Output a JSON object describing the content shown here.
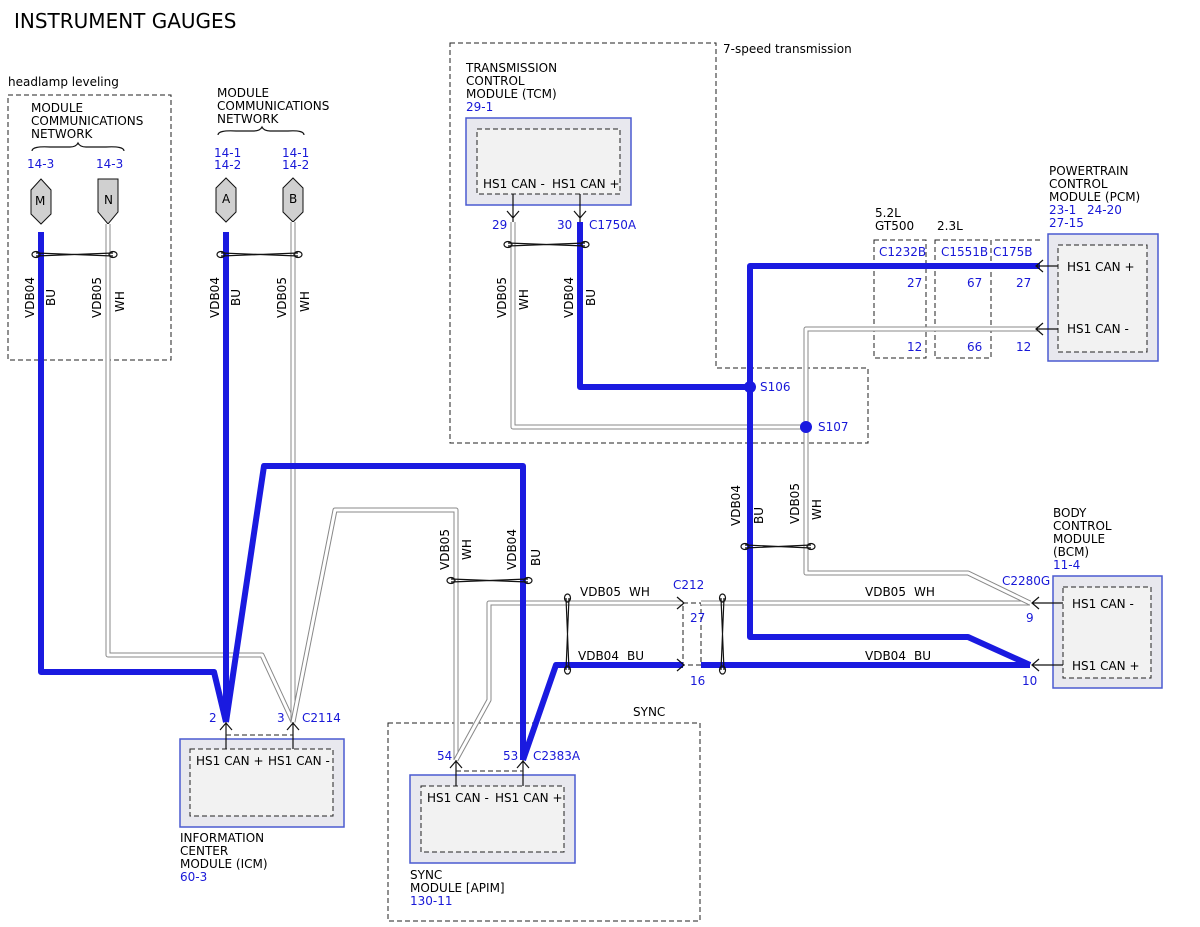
{
  "title": "INSTRUMENT GAUGES",
  "colors": {
    "bu_wire": "#1a1ae0",
    "wh_wire": "#888888",
    "ref_text": "#1818d8",
    "module_fill": "#e8e8ee"
  },
  "wire_codes": {
    "vdb04": "VDB04",
    "vdb05": "VDB05",
    "bu": "BU",
    "wh": "WH"
  },
  "groups": {
    "headlamp": "headlamp leveling",
    "seven_speed": "7-speed transmission",
    "sync": "SYNC"
  },
  "mcn_left": {
    "lines": [
      "MODULE",
      "COMMUNICATIONS",
      "NETWORK"
    ],
    "ref_m": "14-3",
    "ref_n": "14-3",
    "conn_m": "M",
    "conn_n": "N"
  },
  "mcn_right": {
    "lines": [
      "MODULE",
      "COMMUNICATIONS",
      "NETWORK"
    ],
    "ref_a1": "14-1",
    "ref_a2": "14-2",
    "ref_b1": "14-1",
    "ref_b2": "14-2",
    "conn_a": "A",
    "conn_b": "B"
  },
  "tcm": {
    "lines": [
      "TRANSMISSION",
      "CONTROL",
      "MODULE (TCM)"
    ],
    "ref": "29-1",
    "pin_minus": "HS1 CAN -",
    "pin_plus": "HS1 CAN +",
    "p29": "29",
    "p30": "30",
    "connector": "C1750A"
  },
  "pcm": {
    "lines": [
      "POWERTRAIN",
      "CONTROL",
      "MODULE (PCM)"
    ],
    "ref1": "23-1",
    "ref2": "24-20",
    "ref3": "27-15",
    "pin_plus": "HS1 CAN +",
    "pin_minus": "HS1 CAN -"
  },
  "inline": {
    "gt500_a": "5.2L",
    "gt500_b": "GT500",
    "c1232b": "C1232B",
    "c1232b_27": "27",
    "c1232b_12": "12",
    "l23": "2.3L",
    "c1551b": "C1551B",
    "c1551b_67": "67",
    "c1551b_66": "66",
    "c175b": "C175B",
    "c175b_27": "27",
    "c175b_12": "12"
  },
  "splices": {
    "s106": "S106",
    "s107": "S107"
  },
  "bcm": {
    "lines": [
      "BODY",
      "CONTROL",
      "MODULE",
      "(BCM)"
    ],
    "ref": "11-4",
    "connector": "C2280G",
    "p9": "9",
    "p10": "10",
    "pin_minus": "HS1 CAN -",
    "pin_plus": "HS1 CAN +"
  },
  "c212": {
    "name": "C212",
    "p27": "27",
    "p16": "16"
  },
  "icm": {
    "lines": [
      "INFORMATION",
      "CENTER",
      "MODULE (ICM)"
    ],
    "ref": "60-3",
    "connector": "C2114",
    "p2": "2",
    "p3": "3",
    "pin_plus": "HS1 CAN +",
    "pin_minus": "HS1 CAN -"
  },
  "apim": {
    "lines": [
      "SYNC",
      "MODULE [APIM]"
    ],
    "ref": "130-11",
    "connector": "C2383A",
    "p54": "54",
    "p53": "53",
    "pin_minus": "HS1 CAN -",
    "pin_plus": "HS1 CAN +"
  }
}
